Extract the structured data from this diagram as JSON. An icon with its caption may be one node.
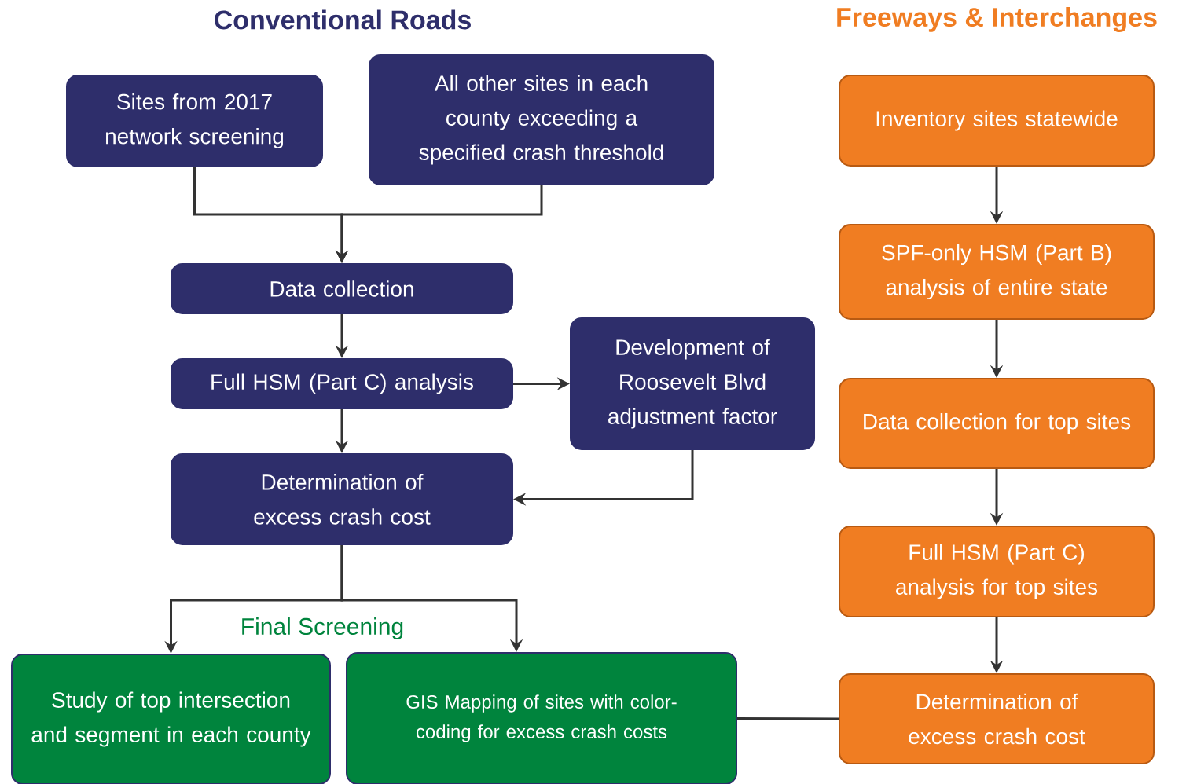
{
  "diagram": {
    "nodes": [
      {
        "text": [
          "Sites from 2017 network screening"
        ]
      },
      {
        "text": [
          "All other sites in each county exceeding a specified crash threshold"
        ]
      },
      {
        "text": [
          "Data collection"
        ]
      },
      {
        "text": [
          "Full HSM (Part C) analysis"
        ]
      },
      {
        "text": [
          "Development of Roosevelt Blvd adjustment factor"
        ]
      },
      {
        "text": [
          "Determination of excess crash cost"
        ]
      },
      {
        "text": [
          "Study of top intersection and segment in each county"
        ]
      },
      {
        "text": [
          "GIS Mapping of sites with color-coding for excess crash costs"
        ]
      },
      {
        "text": [
          "Inventory sites statewide"
        ]
      },
      {
        "text": [
          "SPF-only HSM (Part B) analysis of entire state"
        ]
      },
      {
        "text": [
          "Data collection for top sites"
        ]
      },
      {
        "text": [
          "Full HSM (Part C) analysis for top sites"
        ]
      },
      {
        "text": [
          "Determination of excess crash cost"
        ]
      }
    ],
    "edges": [
      {
        "from": 0,
        "to": 2,
        "arrow": "to"
      },
      {
        "from": 1,
        "to": 2,
        "arrow": "to"
      },
      {
        "from": 2,
        "to": 3,
        "arrow": "to"
      },
      {
        "from": 3,
        "to": 4,
        "arrow": "to"
      },
      {
        "from": 3,
        "to": 5,
        "arrow": "to"
      },
      {
        "from": 4,
        "to": 5,
        "arrow": "to"
      },
      {
        "from": 5,
        "to": 6,
        "arrow": "to"
      },
      {
        "from": 5,
        "to": 7,
        "arrow": "to"
      },
      {
        "from": 8,
        "to": 9,
        "arrow": "to"
      },
      {
        "from": 9,
        "to": 10,
        "arrow": "to"
      },
      {
        "from": 10,
        "to": 11,
        "arrow": "to"
      },
      {
        "from": 11,
        "to": 12,
        "arrow": "to"
      },
      {
        "from": 12,
        "to": 7,
        "arrow": "none"
      }
    ],
    "labels": [
      "Conventional Roads",
      "Freeways & Interchanges",
      "Final Screening"
    ]
  }
}
